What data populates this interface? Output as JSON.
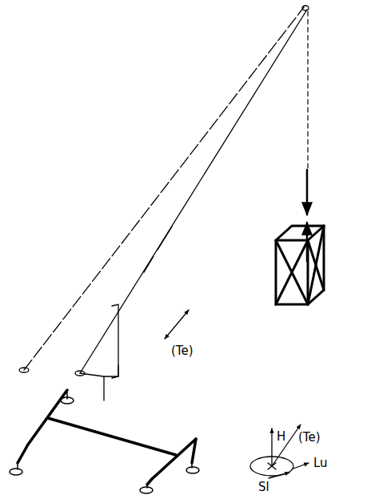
{
  "diagram": {
    "labels": [
      "(Te)",
      "H",
      "(Te)",
      "Lu",
      "Sl"
    ]
  }
}
